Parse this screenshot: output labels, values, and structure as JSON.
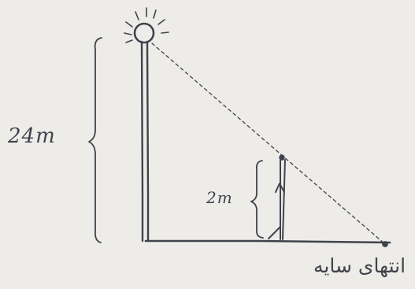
{
  "labels": {
    "pole_height": "24m",
    "person_height": "2m",
    "shadow_end": "انتهای سایه"
  },
  "colors": {
    "paper": "#eeece8",
    "ink": "#3f434d"
  },
  "icons": {
    "lamp": "light-bulb-icon",
    "person": "stick-figure-icon"
  }
}
